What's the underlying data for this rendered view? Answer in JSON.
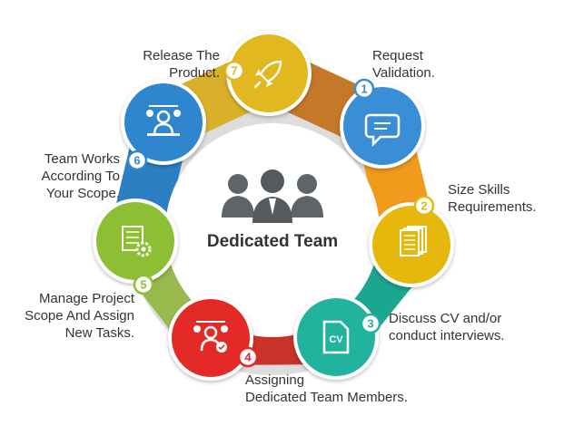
{
  "title": "Dedicated Team",
  "steps": [
    {
      "num": "1",
      "line1": "Request",
      "line2": "Validation.",
      "color": "#3a8ed6",
      "band": "#c4792a",
      "icon": "chat-bubble-icon"
    },
    {
      "num": "2",
      "line1": "Size Skills",
      "line2": "Requirements.",
      "color": "#e6b80c",
      "band": "#f09b1c",
      "icon": "documents-icon"
    },
    {
      "num": "3",
      "line1": "Discuss CV and/or",
      "line2": "conduct interviews.",
      "color": "#22b39e",
      "band": "#1aa68f",
      "icon": "cv-file-icon",
      "icon_text": "CV"
    },
    {
      "num": "4",
      "line1": "Assigning",
      "line2": "Dedicated Team Members.",
      "color": "#e42a26",
      "band": "#c8332a",
      "icon": "team-approve-icon"
    },
    {
      "num": "5",
      "line1": "Manage Project",
      "line2": "Scope And Assign",
      "line3": "New Tasks.",
      "color": "#8dbf34",
      "band": "#9ab94d",
      "icon": "project-gears-icon"
    },
    {
      "num": "6",
      "line1": "Team Works",
      "line2": "According To",
      "line3": "Your Scope.",
      "color": "#2f86cf",
      "band": "#2c7fc2",
      "icon": "team-meeting-icon"
    },
    {
      "num": "7",
      "line1": "Release The",
      "line2": "Product.",
      "color": "#e2b821",
      "band": "#d8b02a",
      "icon": "rocket-icon"
    }
  ]
}
